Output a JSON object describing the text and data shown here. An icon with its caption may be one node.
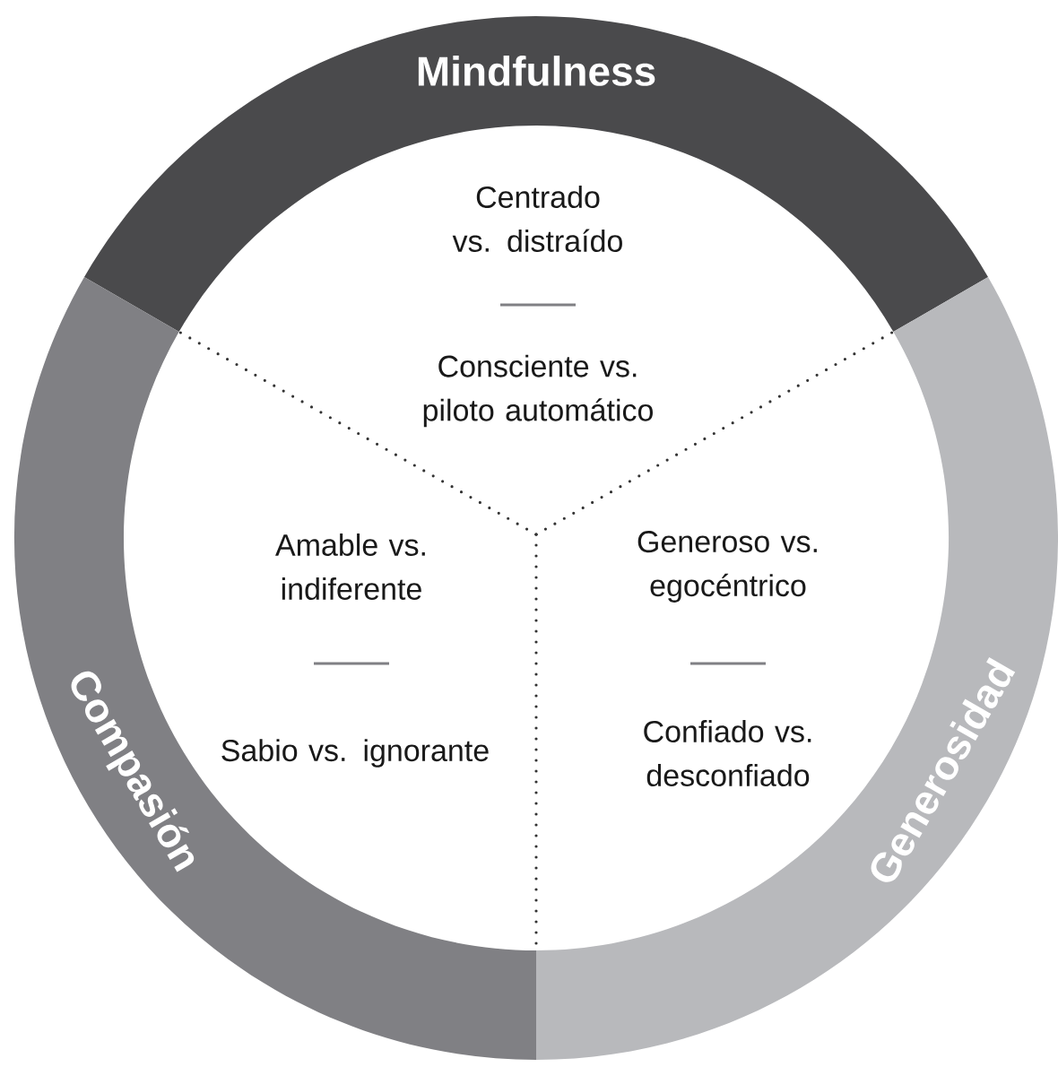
{
  "diagram": {
    "nodes": [
      {
        "text": [
          "Mindfulness"
        ]
      },
      {
        "text": [
          "Compasión"
        ]
      },
      {
        "text": [
          "Generosidad"
        ]
      }
    ],
    "labels": [
      "Centrado vs. distraído",
      "Consciente vs. piloto automático",
      "Amable vs. indiferente",
      "Generoso vs. egocéntrico",
      "Sabio vs. ignorante",
      "Confiado vs. desconfiado"
    ]
  }
}
